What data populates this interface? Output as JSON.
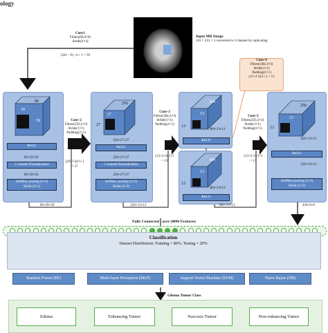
{
  "heading_partial": "ology",
  "input": {
    "title": "Input MR Image",
    "desc": "241 × 241 × 3 converted to 3 channel by replicating"
  },
  "conv1": {
    "title": "Conv1",
    "filters": "Filters(96,9×9)",
    "stride": "Stride(4×4)",
    "formula": "(241 - 9) / 4 + 1 = 59"
  },
  "conv2": {
    "title": "Conv-2",
    "filters": "Filters(256,5×5)",
    "stride": "Stride(1×1)",
    "padding": "Padding(2×2)",
    "formula_a": "(29-7+4)/1+1",
    "formula_b": "= 27"
  },
  "conv3": {
    "title": "Conv-3",
    "filters": "Filters(384,3×3)",
    "stride": "Stride(1×1)",
    "padding": "Padding(1×1)",
    "formula_a": "(13+2-3)/1+1",
    "formula_b": "= 13"
  },
  "conv4": {
    "title": "Conv-4",
    "filters": "Filters(384,3×3)",
    "stride": "Stride(1×1)",
    "padding": "Padding(1×1)",
    "formula": "(13+2-3)/1+1 = 13"
  },
  "conv5": {
    "title": "Conv-5",
    "filters": "Filters(256,3×3)",
    "stride": "Stride(1×1)",
    "padding": "Padding(1×1)",
    "formula_a": "(13+2-3)/1+1",
    "formula_b": "= 13"
  },
  "col1": {
    "cube_w": "96",
    "cube_h": "59",
    "cube_d": "59",
    "relu": "ReLU",
    "dim1": "96×59×59",
    "norm": "5 channel Normalization",
    "dim2": "96×59×59",
    "pool_a": "SoftMax pooling (3×3)",
    "pool_b": "Stride (2×2)",
    "out": "96×29×29"
  },
  "col2": {
    "cube_w": "256",
    "cube_h": "27",
    "cube_d": "27",
    "dim0": "256×27×27",
    "relu": "ReLU",
    "dim1": "256×27×27",
    "norm": "5 channel Normalization",
    "dim2": "256×27×27",
    "pool_a": "SoftMax pooling (3×3)",
    "pool_b": "Stride (2×2)",
    "out": "256×13×13"
  },
  "col3": {
    "cube_w": "384",
    "cube_h": "13",
    "cube_d": "13",
    "dim0": "384×13×13",
    "relu": "ReLU",
    "out": "384×13×13"
  },
  "col4": {
    "cube_w": "384",
    "cube_h": "13",
    "cube_d": "13",
    "dim0": "384×13×13",
    "relu": "ReLU",
    "out": "384×13×13"
  },
  "col5": {
    "cube_w": "256",
    "cube_h": "13",
    "cube_d": "13",
    "dim0": "256×13×13",
    "relu": "ReLU",
    "dim1": "256×13×13",
    "pool_a": "SoftMax pooling (3×3)",
    "pool_b": "Stride (2×2)",
    "out": "256×6×6"
  },
  "fc": {
    "label": "Fully Connected Layer (4096 Features)"
  },
  "classification": {
    "title": "Classification",
    "dist": "Dataset Distribution: Training =   80%, Testing = 20%",
    "classifiers": [
      "Random Forest (RF)",
      "Multi-layer Perceptron (MLP)",
      "Support Vector Machine (SVM)",
      "Naive Bayes (NB)"
    ]
  },
  "glioma": {
    "title": "Glioma Tumor Class",
    "classes": [
      "Edema",
      "Enhancing Tumor",
      "Narcosis Tumor",
      "Non-enhancing Tumor"
    ]
  },
  "colors": {
    "column_bg": "#a8c1e4",
    "layer_box": "#5b86c5",
    "fc_green": "#4fae46",
    "conv4_bg": "#fbe3d1"
  }
}
